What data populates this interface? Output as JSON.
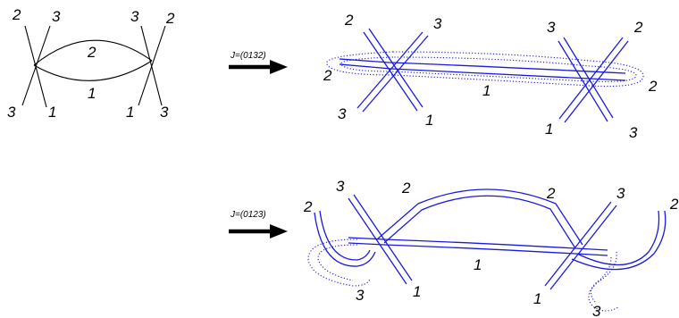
{
  "left_graph": {
    "edge_top_label": "2",
    "edge_bottom_label": "1",
    "v1_top_left": "2",
    "v1_top_right": "3",
    "v1_bottom_left": "3",
    "v1_bottom_right": "1",
    "v2_top_left": "3",
    "v2_top_right": "2",
    "v2_bottom_left": "1",
    "v2_bottom_right": "3"
  },
  "arrow1": {
    "label": "J=(0132)"
  },
  "arrow2": {
    "label": "J=(0123)"
  },
  "ribbon1": {
    "v1_top_left": "2",
    "v1_top_right": "3",
    "v1_left": "2",
    "v1_bottom_left": "3",
    "v1_bottom_right": "1",
    "edge_label": "1",
    "v2_top_left": "3",
    "v2_top_right": "2",
    "v2_right": "2",
    "v2_bottom_left": "1",
    "v2_bottom_right": "3"
  },
  "ribbon2": {
    "v1_top_left": "3",
    "v1_left": "2",
    "edge_top_left_label": "2",
    "edge_top_right_label": "2",
    "v2_top_right": "3",
    "far_right": "2",
    "edge_label": "1",
    "v1_bottom_left": "3",
    "v1_bottom_right": "1",
    "v2_bottom_left": "1",
    "v2_bottom_right": "3"
  }
}
